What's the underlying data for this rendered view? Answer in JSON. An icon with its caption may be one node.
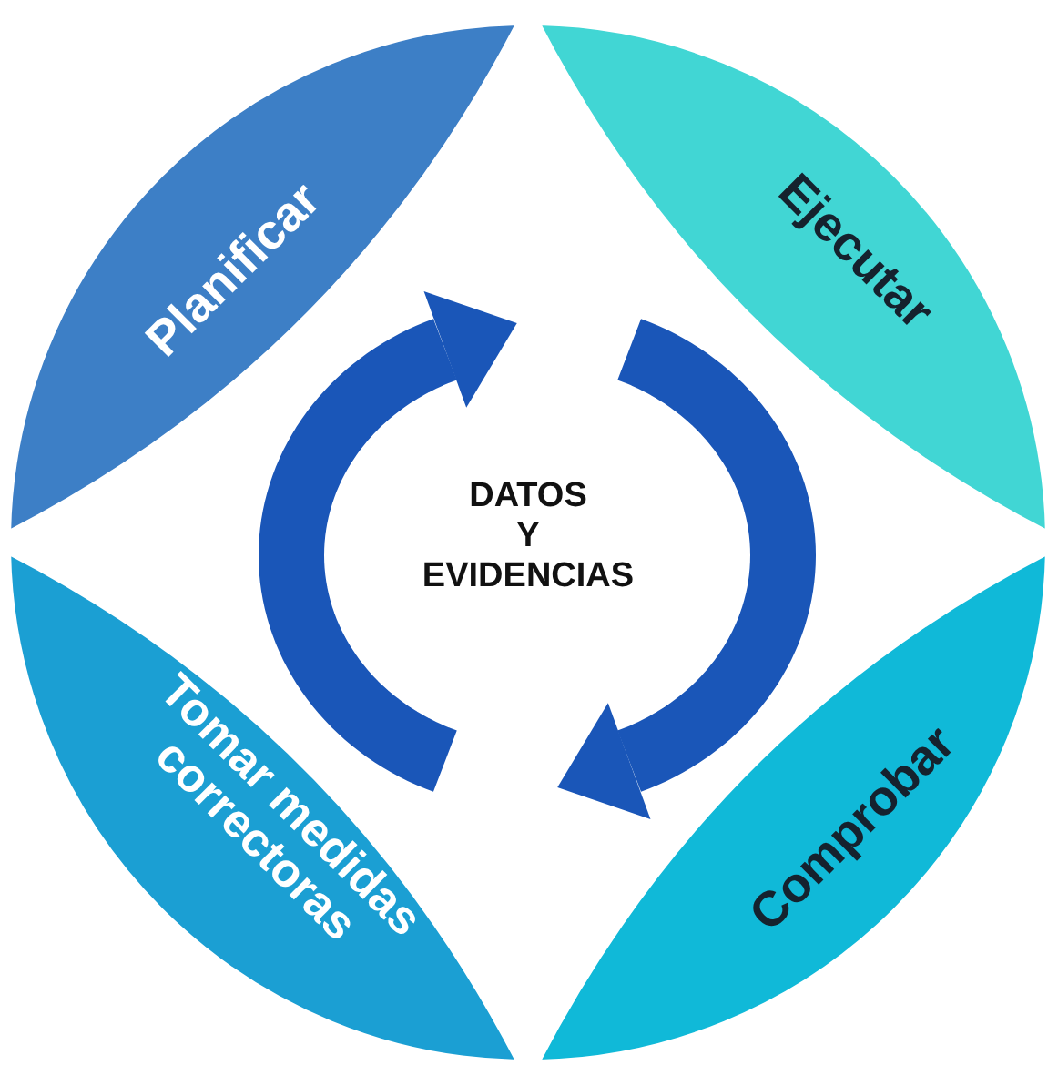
{
  "diagram": {
    "nodes": [
      {
        "text": [
          "Planificar"
        ]
      },
      {
        "text": [
          "Ejecutar"
        ]
      },
      {
        "text": [
          "Comprobar"
        ]
      },
      {
        "text": [
          "Tomar medidas correctoras"
        ]
      },
      {
        "text": [
          "DATOS Y EVIDENCIAS"
        ]
      }
    ]
  }
}
